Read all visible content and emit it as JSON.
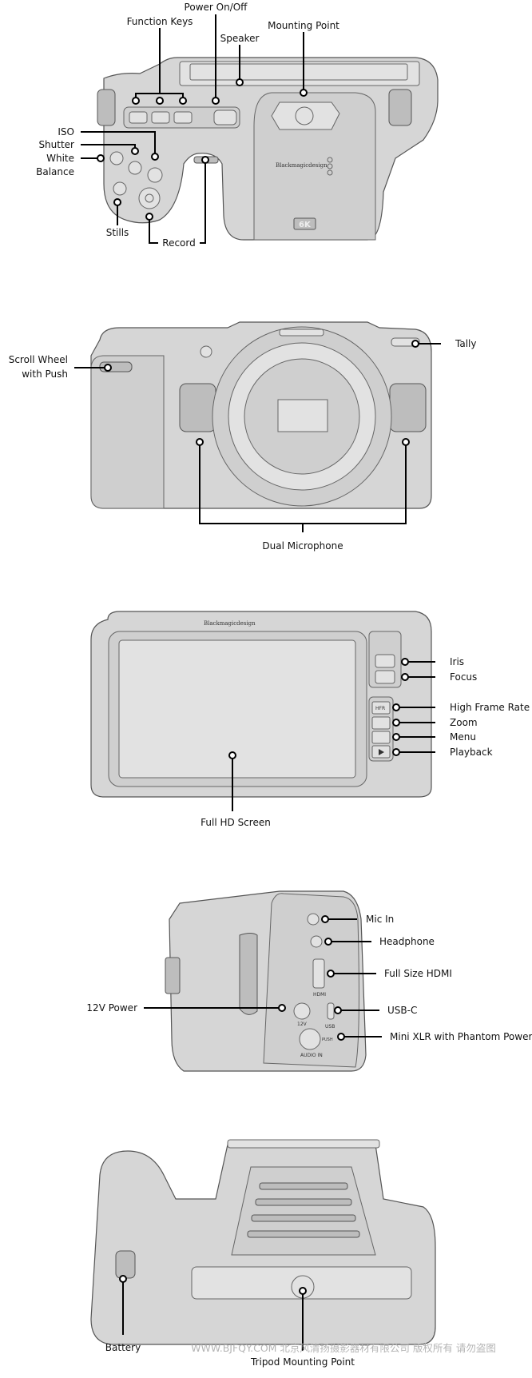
{
  "top_view": {
    "labels": {
      "power": "Power On/Off",
      "function_keys": "Function Keys",
      "speaker": "Speaker",
      "mounting_point": "Mounting Point",
      "iso": "ISO",
      "shutter": "Shutter",
      "white": "White",
      "balance": "Balance",
      "stills": "Stills",
      "record": "Record"
    },
    "brand": "Blackmagicdesign",
    "badge": "6K"
  },
  "front_view": {
    "labels": {
      "tally": "Tally",
      "scroll_wheel_1": "Scroll Wheel",
      "scroll_wheel_2": "with Push",
      "dual_mic": "Dual Microphone"
    }
  },
  "back_view": {
    "brand": "Blackmagicdesign",
    "labels": {
      "iris": "Iris",
      "focus": "Focus",
      "hfr": "High Frame Rate",
      "zoom": "Zoom",
      "menu": "Menu",
      "playback": "Playback",
      "screen": "Full HD Screen"
    },
    "button_hfr": "HFR"
  },
  "side_view": {
    "labels": {
      "mic_in": "Mic In",
      "headphone": "Headphone",
      "hdmi": "Full Size HDMI",
      "power_12v": "12V Power",
      "usbc": "USB-C",
      "mini_xlr": "Mini XLR with Phantom Power"
    },
    "port_text": {
      "hdmi": "HDMI",
      "v12": "12V",
      "usb": "USB",
      "audio_in": "AUDIO IN",
      "push": "PUSH"
    }
  },
  "bottom_view": {
    "labels": {
      "battery": "Battery",
      "tripod": "Tripod Mounting Point"
    }
  },
  "watermark": "WWW.BJFQY.COM 北京风清扬摄影器材有限公司 版权所有 请勿盗图"
}
